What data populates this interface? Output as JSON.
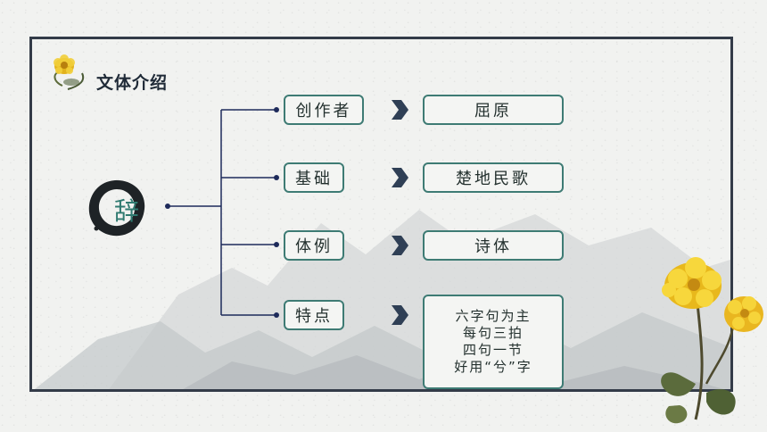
{
  "header": {
    "title": "文体介绍"
  },
  "root": {
    "label": "辞"
  },
  "branches": [
    {
      "key": "创作者",
      "value_lines": [
        "屈原"
      ]
    },
    {
      "key": "基础",
      "value_lines": [
        "楚地民歌"
      ]
    },
    {
      "key": "体例",
      "value_lines": [
        "诗体"
      ]
    },
    {
      "key": "特点",
      "value_lines": [
        "六字句为主",
        "每句三拍",
        "四句一节",
        "好用“兮”字"
      ]
    }
  ],
  "colors": {
    "frame": "#333b48",
    "node_border": "#3e7b74",
    "line": "#1d2a5a",
    "chevron": "#2f3f55",
    "accent": "#2f7a70"
  },
  "icons": {
    "title_decoration": "chrysanthemum-icon",
    "corner_decoration": "chrysanthemum-flower-image",
    "arrow": "chevron-right-icon"
  }
}
